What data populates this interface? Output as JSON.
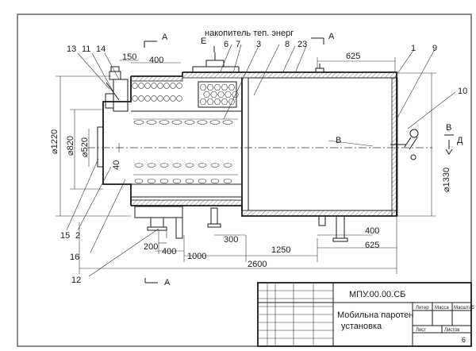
{
  "section_marks": {
    "a_top_left": "А",
    "e_top": "Е",
    "a_top_right": "А",
    "a_bottom": "А",
    "b_middle": "В",
    "b_right": "В",
    "d_right": "Д"
  },
  "callouts": {
    "n13": "13",
    "n11": "11",
    "n14": "14",
    "n6": "6",
    "n7": "7",
    "n3": "3",
    "n8": "8",
    "n23": "23",
    "n1": "1",
    "n9": "9",
    "n10": "10",
    "n15": "15",
    "n2": "2",
    "n16": "16",
    "n12": "12",
    "storage_label": "накопитель теп. энерг"
  },
  "dimensions": {
    "d150": "150",
    "d400_top": "400",
    "d625_top": "625",
    "d1220": "⌀1220",
    "d820": "⌀820",
    "d520": "⌀520",
    "d40": "40",
    "d1330": "⌀1330",
    "d300": "300",
    "d200": "200",
    "d400_left": "400",
    "d1000": "1000",
    "d1250": "1250",
    "d2600": "2600",
    "d400_right": "400",
    "d625_right": "625"
  },
  "title_block": {
    "designation": "МПУ.00.00.СБ",
    "name_line1": "Мобильна паротен",
    "name_line2": "установка",
    "col_lit": "Литер",
    "col_mass": "Масса",
    "col_scale": "Масштаб",
    "sheet": "Лист",
    "sheets": "Листов",
    "page_no": "6"
  }
}
